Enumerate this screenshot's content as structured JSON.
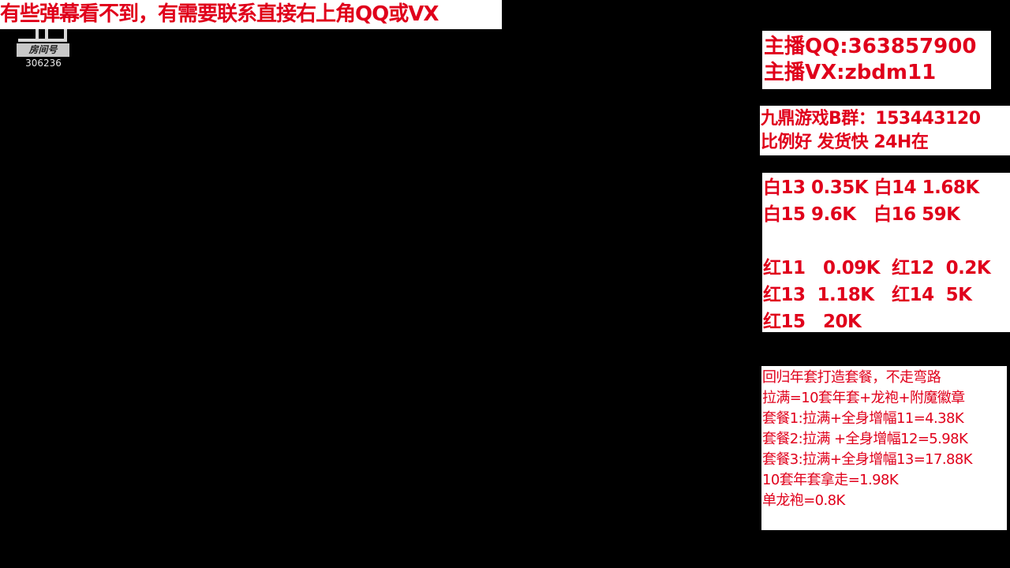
{
  "banner": {
    "text": "有些弹幕看不到，有需要联系直接右上角QQ或VX"
  },
  "room": {
    "logo_icon": "platform-logo",
    "tag_label": "房间号",
    "number": "306236"
  },
  "contact_box": {
    "lines": [
      "主播QQ:363857900",
      "主播VX:zbdm11"
    ]
  },
  "group_box": {
    "lines": [
      "九鼎游戏B群：153443120",
      "比例好 发货快 24H在"
    ]
  },
  "price_box": {
    "white": [
      "白13 0.35K 白14 1.68K",
      "白15 9.6K   白16 59K"
    ],
    "red": [
      "红11   0.09K  红12  0.2K",
      "红13  1.18K   红14  5K",
      "红15   20K"
    ]
  },
  "package_box": {
    "lines": [
      "回归年套打造套餐，不走弯路",
      "拉满=10套年套+龙袍+附魔徽章",
      "套餐1:拉满+全身增幅11=4.38K",
      "套餐2:拉满 +全身增幅12=5.98K",
      "套餐3:拉满+全身增幅13=17.88K",
      "10套年套拿走=1.98K",
      "单龙袍=0.8K"
    ]
  },
  "colors": {
    "accent_red": "#e0001b",
    "background": "#000000",
    "panel": "#ffffff"
  }
}
